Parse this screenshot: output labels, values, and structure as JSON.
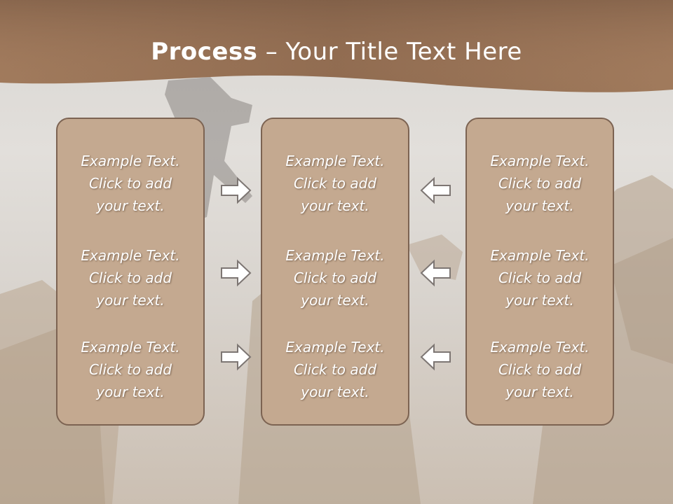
{
  "slide": {
    "title_bold": "Process",
    "title_rest": " – Your Title Text Here"
  },
  "columns": [
    {
      "items": [
        {
          "l1": "Example Text.",
          "l2": "Click  to add",
          "l3": "your text."
        },
        {
          "l1": "Example Text.",
          "l2": "Click  to add",
          "l3": "your text."
        },
        {
          "l1": "Example Text.",
          "l2": "Click  to add",
          "l3": "your text."
        }
      ]
    },
    {
      "items": [
        {
          "l1": "Example Text.",
          "l2": "Click  to add",
          "l3": "your text."
        },
        {
          "l1": "Example Text.",
          "l2": "Click  to add",
          "l3": "your text."
        },
        {
          "l1": "Example Text.",
          "l2": "Click  to add",
          "l3": "your text."
        }
      ]
    },
    {
      "items": [
        {
          "l1": "Example Text.",
          "l2": "Click  to add",
          "l3": "your text."
        },
        {
          "l1": "Example Text.",
          "l2": "Click  to add",
          "l3": "your text."
        },
        {
          "l1": "Example Text.",
          "l2": "Click  to add",
          "l3": "your text."
        }
      ]
    }
  ],
  "arrows": {
    "left_group": "arrow-right-icon",
    "right_group": "arrow-left-icon"
  },
  "colors": {
    "header": "#9a7558",
    "panel_fill": "#c4a990",
    "panel_border": "#7c6352",
    "text": "#ffffff"
  }
}
